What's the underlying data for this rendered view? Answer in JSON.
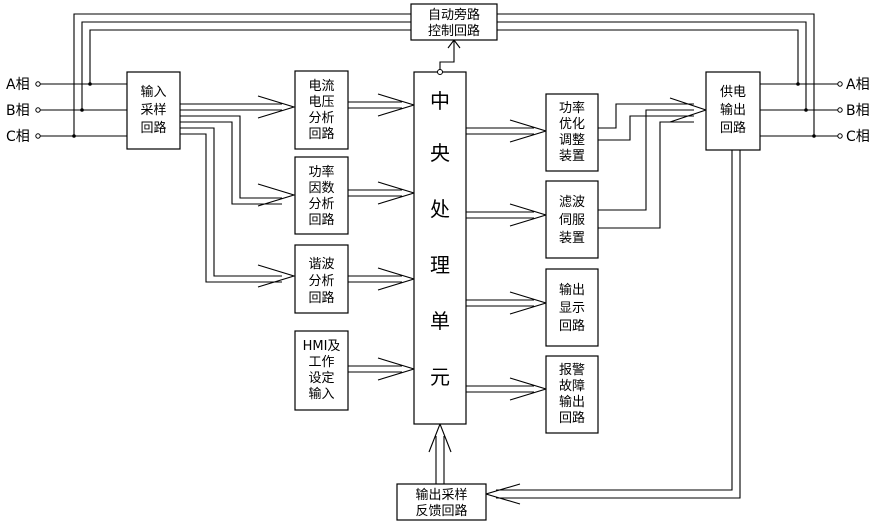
{
  "phases_left": [
    "A相",
    "B相",
    "C相"
  ],
  "phases_right": [
    "A相",
    "B相",
    "C相"
  ],
  "blocks": {
    "input_sampling": [
      "输入",
      "采样",
      "回路"
    ],
    "vi_analysis": [
      "电流",
      "电压",
      "分析",
      "回路"
    ],
    "pf_analysis": [
      "功率",
      "因数",
      "分析",
      "回路"
    ],
    "harmonic_analysis": [
      "谐波",
      "分析",
      "回路"
    ],
    "hmi_input": [
      "HMI及",
      "工作",
      "设定",
      "输入"
    ],
    "cpu": [
      "中",
      "央",
      "处",
      "理",
      "单",
      "元"
    ],
    "power_opt": [
      "功率",
      "优化",
      "调整",
      "装置"
    ],
    "filter_servo": [
      "滤波",
      "伺服",
      "装置"
    ],
    "output_display": [
      "输出",
      "显示",
      "回路"
    ],
    "alarm_output": [
      "报警",
      "故障",
      "输出",
      "回路"
    ],
    "supply_output": [
      "供电",
      "输出",
      "回路"
    ],
    "auto_bypass": [
      "自动旁路",
      "控制回路"
    ],
    "output_feedback": [
      "输出采样",
      "反馈回路"
    ]
  }
}
